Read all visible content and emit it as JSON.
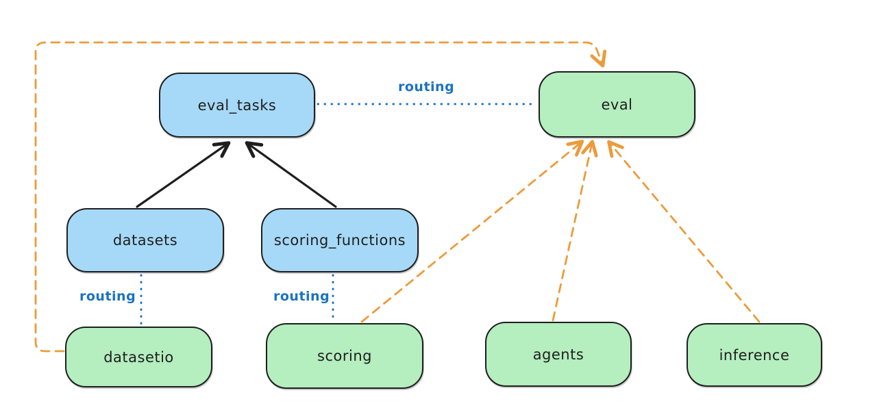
{
  "diagram": {
    "title": "",
    "colors": {
      "background": "#ffffff",
      "api_fill_blue": "#a6d9f7",
      "provider_fill_green": "#b5eebf",
      "node_stroke": "#1e1e1e",
      "routing_blue": "#1a72c4",
      "orange_dashed": "#ec9b3a",
      "solid_arrow_black": "#1e1e1e"
    },
    "nodes": {
      "eval_tasks": {
        "label": "eval_tasks",
        "fill": "blue"
      },
      "eval": {
        "label": "eval",
        "fill": "green"
      },
      "datasets": {
        "label": "datasets",
        "fill": "blue"
      },
      "scoring_functions": {
        "label": "scoring_functions",
        "fill": "blue"
      },
      "datasetio": {
        "label": "datasetio",
        "fill": "green"
      },
      "scoring": {
        "label": "scoring",
        "fill": "green"
      },
      "agents": {
        "label": "agents",
        "fill": "green"
      },
      "inference": {
        "label": "inference",
        "fill": "green"
      }
    },
    "edges": [
      {
        "from": "datasets",
        "to": "eval_tasks",
        "style": "solid-black-arrow",
        "label": ""
      },
      {
        "from": "scoring_functions",
        "to": "eval_tasks",
        "style": "solid-black-arrow",
        "label": ""
      },
      {
        "from": "eval_tasks",
        "to": "eval",
        "style": "dotted-blue",
        "label": "routing"
      },
      {
        "from": "datasets",
        "to": "datasetio",
        "style": "dotted-blue",
        "label": "routing"
      },
      {
        "from": "scoring_functions",
        "to": "scoring",
        "style": "dotted-blue",
        "label": "routing"
      },
      {
        "from": "datasetio",
        "to": "eval",
        "style": "dashed-orange-arrow",
        "label": ""
      },
      {
        "from": "scoring",
        "to": "eval",
        "style": "dashed-orange-arrow",
        "label": ""
      },
      {
        "from": "agents",
        "to": "eval",
        "style": "dashed-orange-arrow",
        "label": ""
      },
      {
        "from": "inference",
        "to": "eval",
        "style": "dashed-orange-arrow",
        "label": ""
      }
    ]
  }
}
